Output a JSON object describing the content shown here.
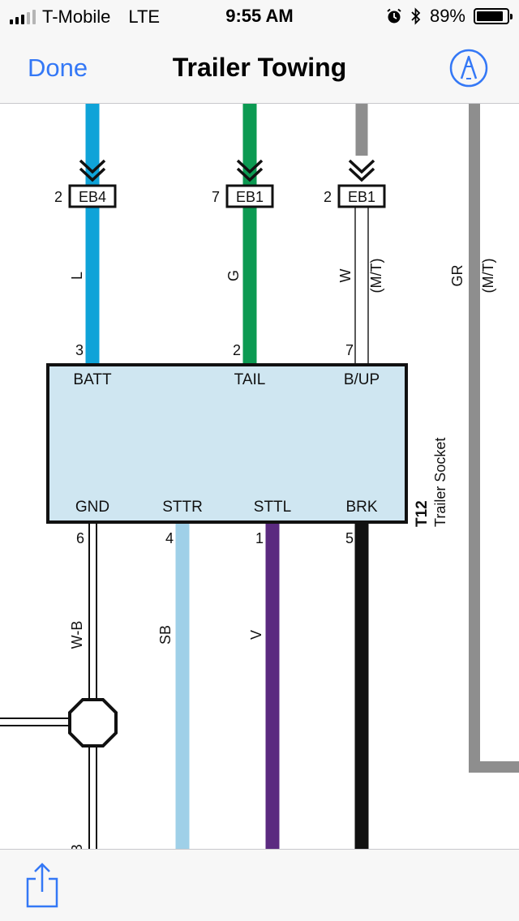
{
  "status": {
    "carrier": "T-Mobile",
    "network": "LTE",
    "time": "9:55 AM",
    "battery": "89%",
    "battery_level": 0.89
  },
  "nav": {
    "done_label": "Done",
    "title": "Trailer Towing"
  },
  "diagram": {
    "connectors_top": [
      {
        "pin": "2",
        "name": "EB4"
      },
      {
        "pin": "7",
        "name": "EB1"
      },
      {
        "pin": "2",
        "name": "EB1"
      }
    ],
    "wire_labels_top": [
      "L",
      "G",
      "W",
      "GR"
    ],
    "mt_labels": [
      "(M/T)",
      "(M/T)"
    ],
    "socket_pins_top": [
      {
        "pin": "3",
        "name": "BATT"
      },
      {
        "pin": "2",
        "name": "TAIL"
      },
      {
        "pin": "7",
        "name": "B/UP"
      }
    ],
    "socket_pins_bottom": [
      {
        "pin": "6",
        "name": "GND"
      },
      {
        "pin": "4",
        "name": "STTR"
      },
      {
        "pin": "1",
        "name": "STTL"
      },
      {
        "pin": "5",
        "name": "BRK"
      }
    ],
    "socket_id": "T12",
    "socket_name": "Trailer Socket",
    "wire_labels_bottom": [
      "W-B",
      "SB",
      "V"
    ],
    "cut_label": "B",
    "colors": {
      "blue": "#0fa3d8",
      "green": "#0c9a52",
      "gray": "#8e8e8e",
      "light_blue": "#9fd0e8",
      "violet": "#5b2a80",
      "black": "#111111",
      "socket_fill": "#cfe6f1"
    }
  }
}
